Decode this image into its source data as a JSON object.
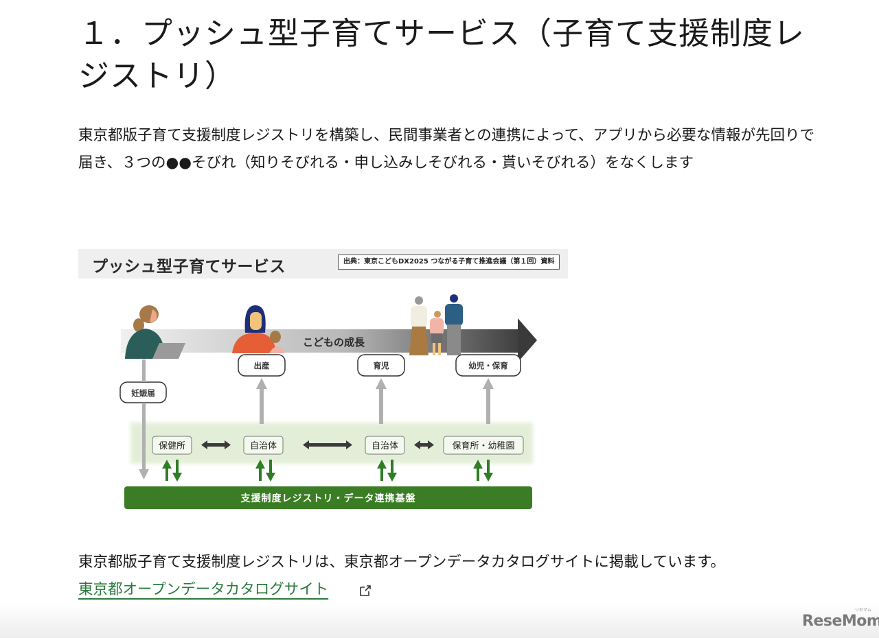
{
  "heading": "１．プッシュ型子育てサービス（子育て支援制度レジストリ）",
  "intro": "東京都版子育て支援制度レジストリを構築し、民間事業者との連携によって、アプリから必要な情報が先回りで届き、３つの●●そびれ（知りそびれる・申し込みしそびれる・貰いそびれる）をなくします",
  "figure": {
    "title": "プッシュ型子育てサービス",
    "source": "出典：東京こどもDX2025 つながる子育て推進会議（第１回）資料",
    "growth_label": "こどもの成長",
    "stages": [
      "妊娠届",
      "出産",
      "育児",
      "幼児・保育"
    ],
    "agencies": [
      "保健所",
      "自治体",
      "自治体",
      "保育所・幼稚園"
    ],
    "platform": "支援制度レジストリ・データ連携基盤",
    "colors": {
      "platform_green": "#3a7d24",
      "band_green": "#e6f0dc",
      "arrow_green": "#2f7d24",
      "gray_arrow": "#b0b0b0"
    }
  },
  "body_text": "東京都版子育て支援制度レジストリは、東京都オープンデータカタログサイトに掲載しています。",
  "link": {
    "label": "東京都オープンデータカタログサイト",
    "icon": "external-link-icon",
    "color": "#2a7a3c"
  },
  "watermark": {
    "text": "ReseMom",
    "ruby": "リセマム"
  }
}
